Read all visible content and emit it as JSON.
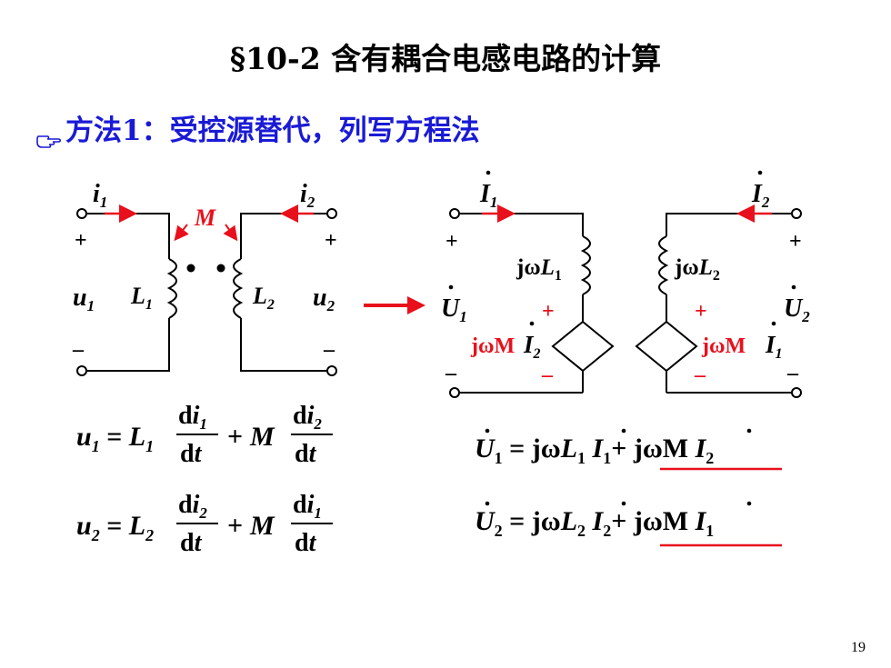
{
  "title": "§10-2  含有耦合电感电路的计算",
  "method_line": "方法1：受控源替代，列写方程法",
  "page_number": "19",
  "colors": {
    "text": "#000000",
    "method": "#1a1ad6",
    "accent": "#e8101c"
  },
  "icons": {
    "method_bullet": "pointing-hand-icon",
    "conversion_arrow": "arrow-right-icon"
  },
  "left_circuit": {
    "current_1": "i",
    "current_1_sub": "1",
    "current_2": "i",
    "current_2_sub": "2",
    "mutual": "M",
    "plus": "+",
    "minus": "–",
    "u1": "u",
    "u1_sub": "1",
    "u2": "u",
    "u2_sub": "2",
    "L1": "L",
    "L1_sub": "1",
    "L2": "L",
    "L2_sub": "2"
  },
  "right_circuit": {
    "I1": "I",
    "I1_sub": "1",
    "I2": "I",
    "I2_sub": "2",
    "U1": "U",
    "U1_sub": "1",
    "U2": "U",
    "U2_sub": "2",
    "jw": "jω",
    "L1": "L",
    "L1_sub": "1",
    "L2": "L",
    "L2_sub": "2",
    "jwM": "jωM",
    "plus": "+",
    "minus": "–"
  },
  "equations_time": [
    {
      "lhs": "u",
      "lhs_sub": "1",
      "L": "L",
      "L_sub": "1",
      "num1": "d",
      "num1_var": "i",
      "num1_sub": "1",
      "den": "d",
      "den_var": "t",
      "plus": "+",
      "M": "M",
      "num2": "d",
      "num2_var": "i",
      "num2_sub": "2"
    },
    {
      "lhs": "u",
      "lhs_sub": "2",
      "L": "L",
      "L_sub": "2",
      "num1": "d",
      "num1_var": "i",
      "num1_sub": "2",
      "den": "d",
      "den_var": "t",
      "plus": "+",
      "M": "M",
      "num2": "d",
      "num2_var": "i",
      "num2_sub": "1"
    }
  ],
  "equations_phasor": [
    {
      "lhs": "U",
      "lhs_sub": "1",
      "eq": "=",
      "jw": "jω",
      "L": "L",
      "L_sub": "1",
      "I": "I",
      "I_sub": "1",
      "plus": "+",
      "jwM": "jωM",
      "I2": "I",
      "I2_sub": "2"
    },
    {
      "lhs": "U",
      "lhs_sub": "2",
      "eq": "=",
      "jw": "jω",
      "L": "L",
      "L_sub": "2",
      "I": "I",
      "I_sub": "2",
      "plus": "+",
      "jwM": "jωM",
      "I2": "I",
      "I2_sub": "1"
    }
  ]
}
